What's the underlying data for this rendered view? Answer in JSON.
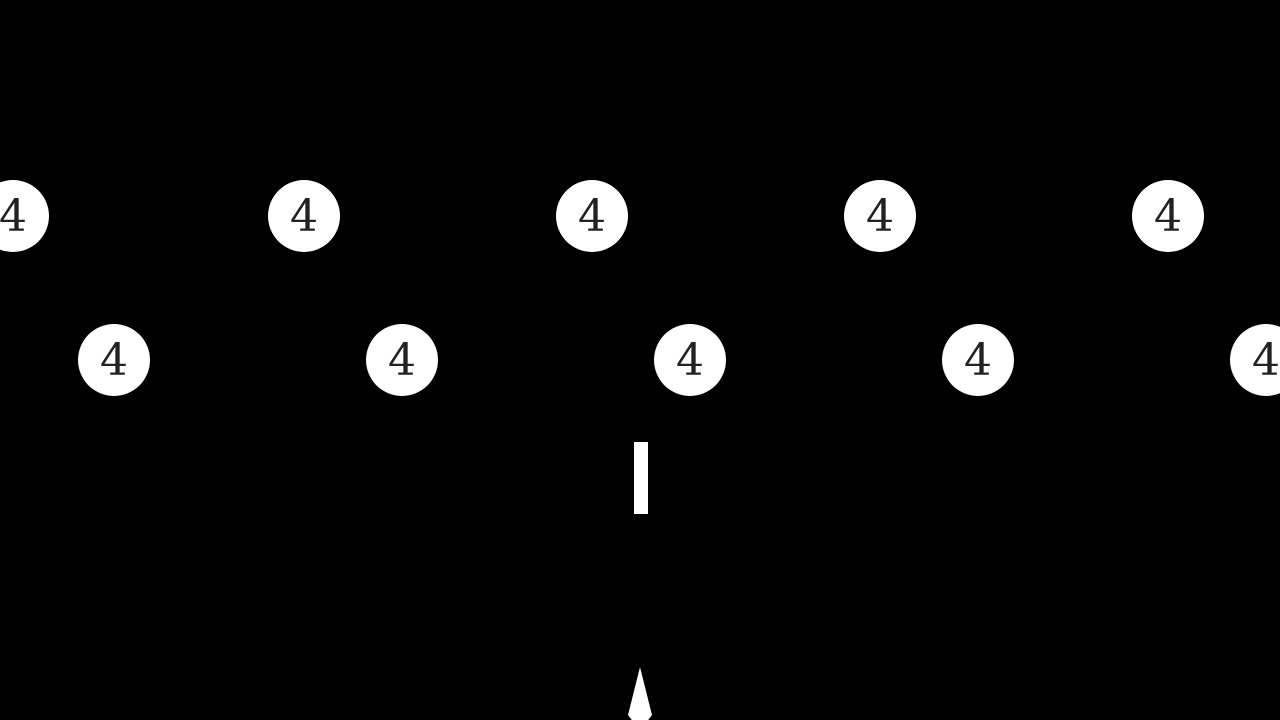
{
  "game": {
    "background_color": "#000000",
    "foreground_color": "#ffffff",
    "targets_row1": [
      {
        "label": "4"
      },
      {
        "label": "4"
      },
      {
        "label": "4"
      },
      {
        "label": "4"
      },
      {
        "label": "4"
      }
    ],
    "targets_row2": [
      {
        "label": "4"
      },
      {
        "label": "4"
      },
      {
        "label": "4"
      },
      {
        "label": "4"
      },
      {
        "label": "4"
      }
    ],
    "player_icon": "ship-arrow",
    "projectile_icon": "bullet-bar"
  }
}
